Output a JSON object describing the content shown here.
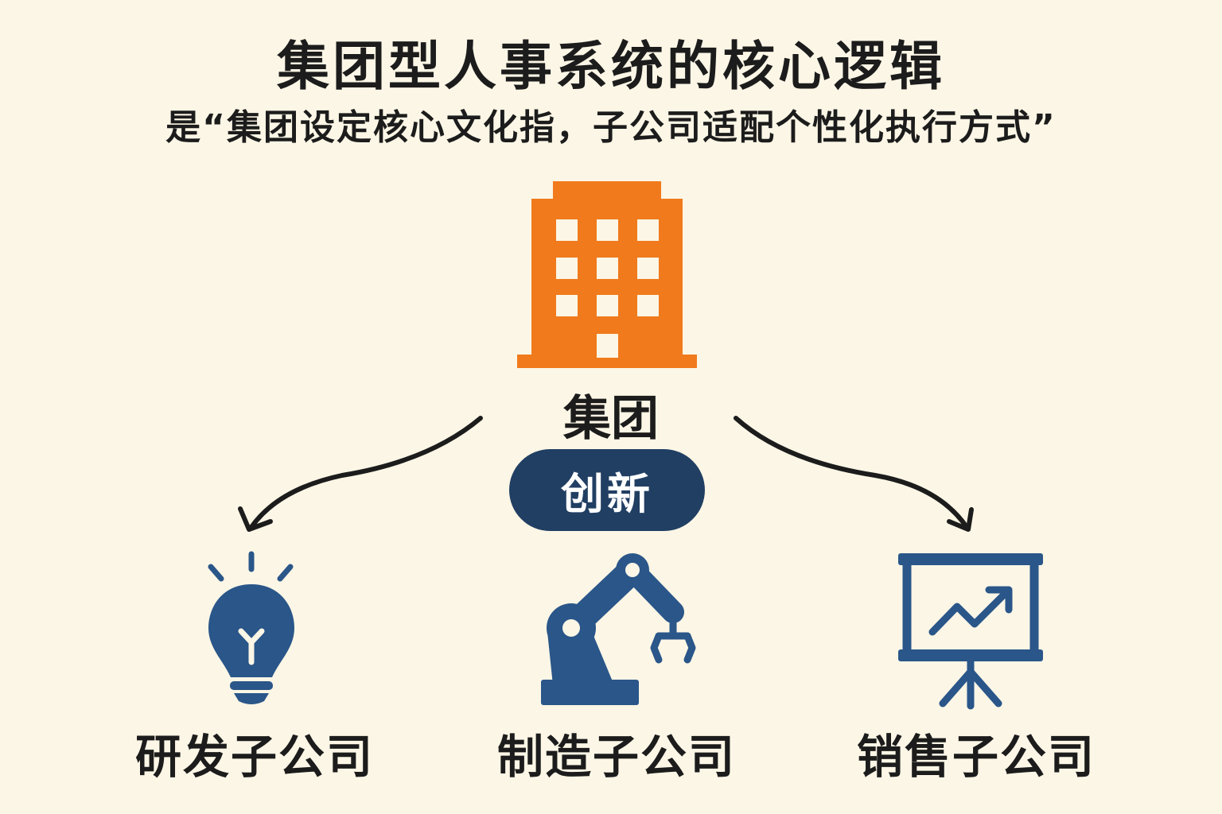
{
  "title": "集团型人事系统的核心逻辑",
  "subtitle": "是“集团设定核心文化指，子公司适配个性化执行方式”",
  "center": {
    "label": "集团",
    "icon": "office-building-icon",
    "color": "#f07a1c"
  },
  "core_value": {
    "label": "创新",
    "color": "#213f63"
  },
  "subsidiaries": [
    {
      "label": "研发子公司",
      "icon": "lightbulb-icon"
    },
    {
      "label": "制造子公司",
      "icon": "robot-arm-icon"
    },
    {
      "label": "销售子公司",
      "icon": "presentation-chart-icon"
    }
  ],
  "colors": {
    "background": "#fcf6e6",
    "subsidiary_icon": "#2a5689",
    "arrow": "#1c1c1c"
  }
}
